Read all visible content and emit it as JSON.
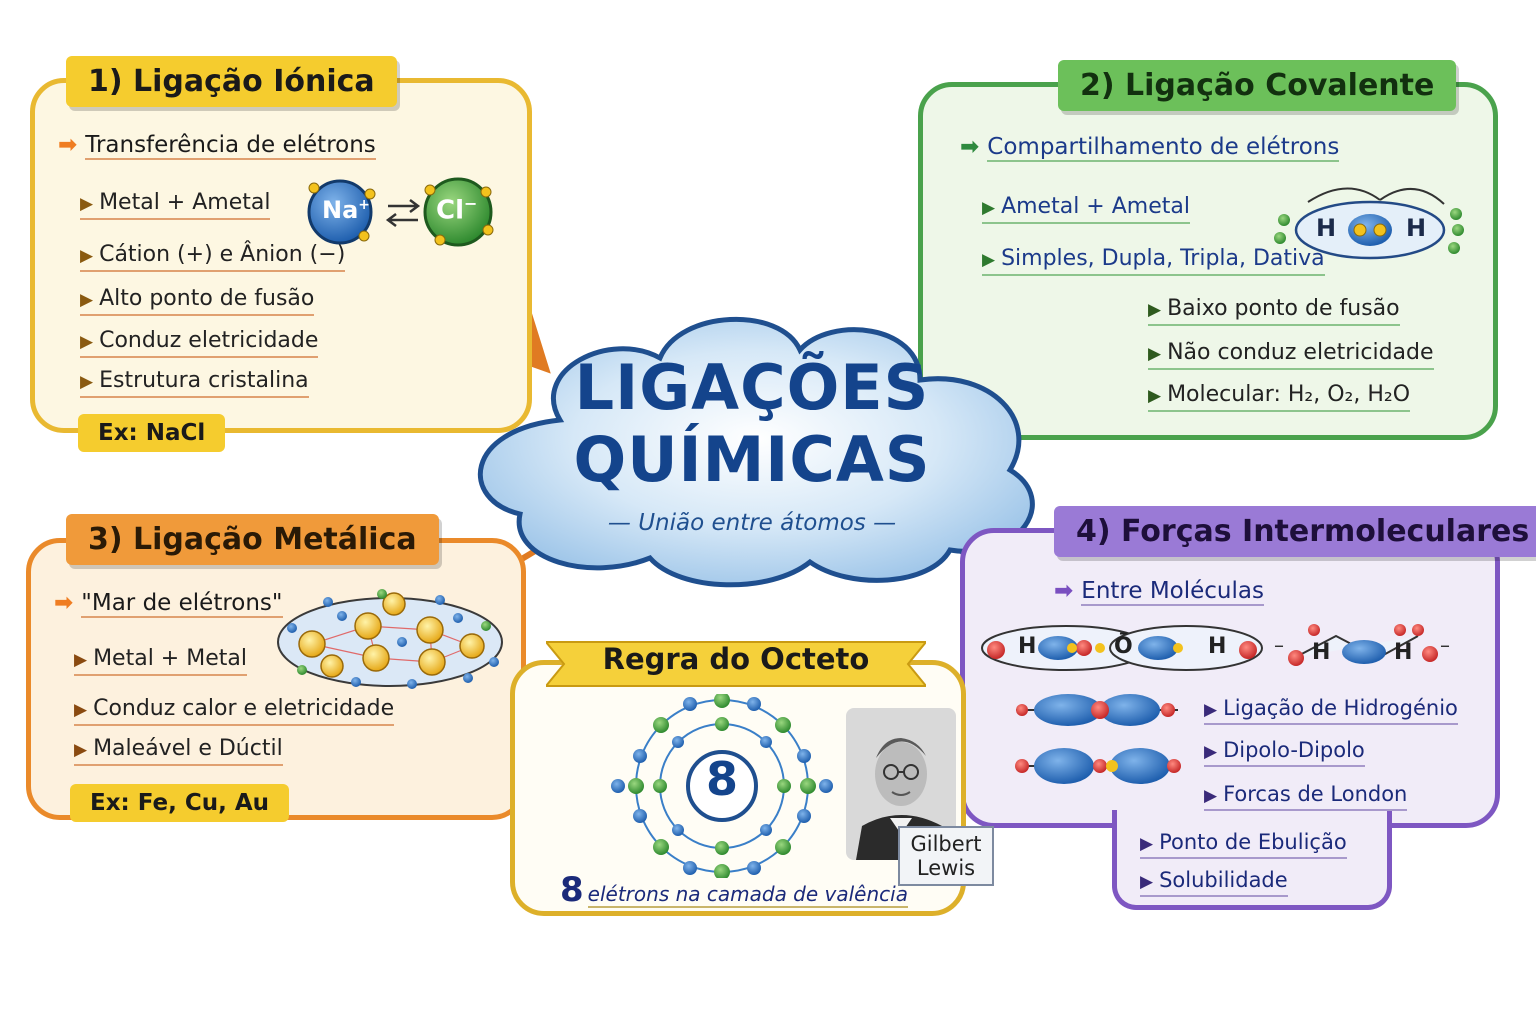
{
  "center": {
    "title_line1": "LIGAÇÕES",
    "title_line2": "QUÍMICAS",
    "subtitle": "— União entre átomos —"
  },
  "ionic": {
    "title": "1) Ligação Iónica",
    "lead": "Transferência de elétrons",
    "items": [
      "Metal + Ametal",
      "Cátion (+) e Ânion (−)",
      "Alto ponto de fusão",
      "Conduz eletricidade",
      "Estrutura cristalina"
    ],
    "example": "Ex: NaCl",
    "na_label": "Na",
    "na_charge": "+",
    "cl_label": "Cl",
    "cl_charge": "−",
    "colors": {
      "border": "#e9b931",
      "banner": "#f5cc2e",
      "fill": "#fdf7e2"
    }
  },
  "covalent": {
    "title": "2) Ligação Covalente",
    "lead": "Compartilhamento de elétrons",
    "items": [
      "Ametal + Ametal",
      "Simples, Dupla, Tripla, Dativa"
    ],
    "items2": [
      "Baixo ponto de fusão",
      "Não conduz eletricidade",
      "Molecular:  H₂, O₂, H₂O"
    ],
    "h_label": "H",
    "colors": {
      "border": "#4aa24c",
      "banner": "#6cc05a",
      "fill": "#eef7e8"
    }
  },
  "metallic": {
    "title": "3) Ligação Metálica",
    "lead": "\"Mar de elétrons\"",
    "items": [
      "Metal + Metal",
      "Conduz calor e eletricidade",
      "Maleável e Dúctil"
    ],
    "example": "Ex: Fe, Cu, Au",
    "colors": {
      "border": "#ea8a2a",
      "banner": "#f09a3a",
      "fill": "#fdf1de"
    }
  },
  "intermolecular": {
    "title": "4) Forças Intermoleculares",
    "lead": "Entre Moléculas",
    "molecule_labels": [
      "H",
      "Ō",
      "H",
      "H",
      "H"
    ],
    "items": [
      "Ligação de Hidrogénio",
      "Dipolo-Dipolo",
      "Forcas de London"
    ],
    "items2": [
      "Ponto de Ebulição",
      "Solubilidade"
    ],
    "colors": {
      "border": "#7e57c2",
      "banner": "#9a7ad6",
      "fill": "#f1ecf8"
    }
  },
  "octet": {
    "title": "Regra do Octeto",
    "number": "8",
    "caption_number": "8",
    "caption": "elétrons na camada de valência",
    "lewis_first": "Gilbert",
    "lewis_last": "Lewis",
    "colors": {
      "border": "#ddb02a",
      "banner": "#f5d03a"
    }
  }
}
